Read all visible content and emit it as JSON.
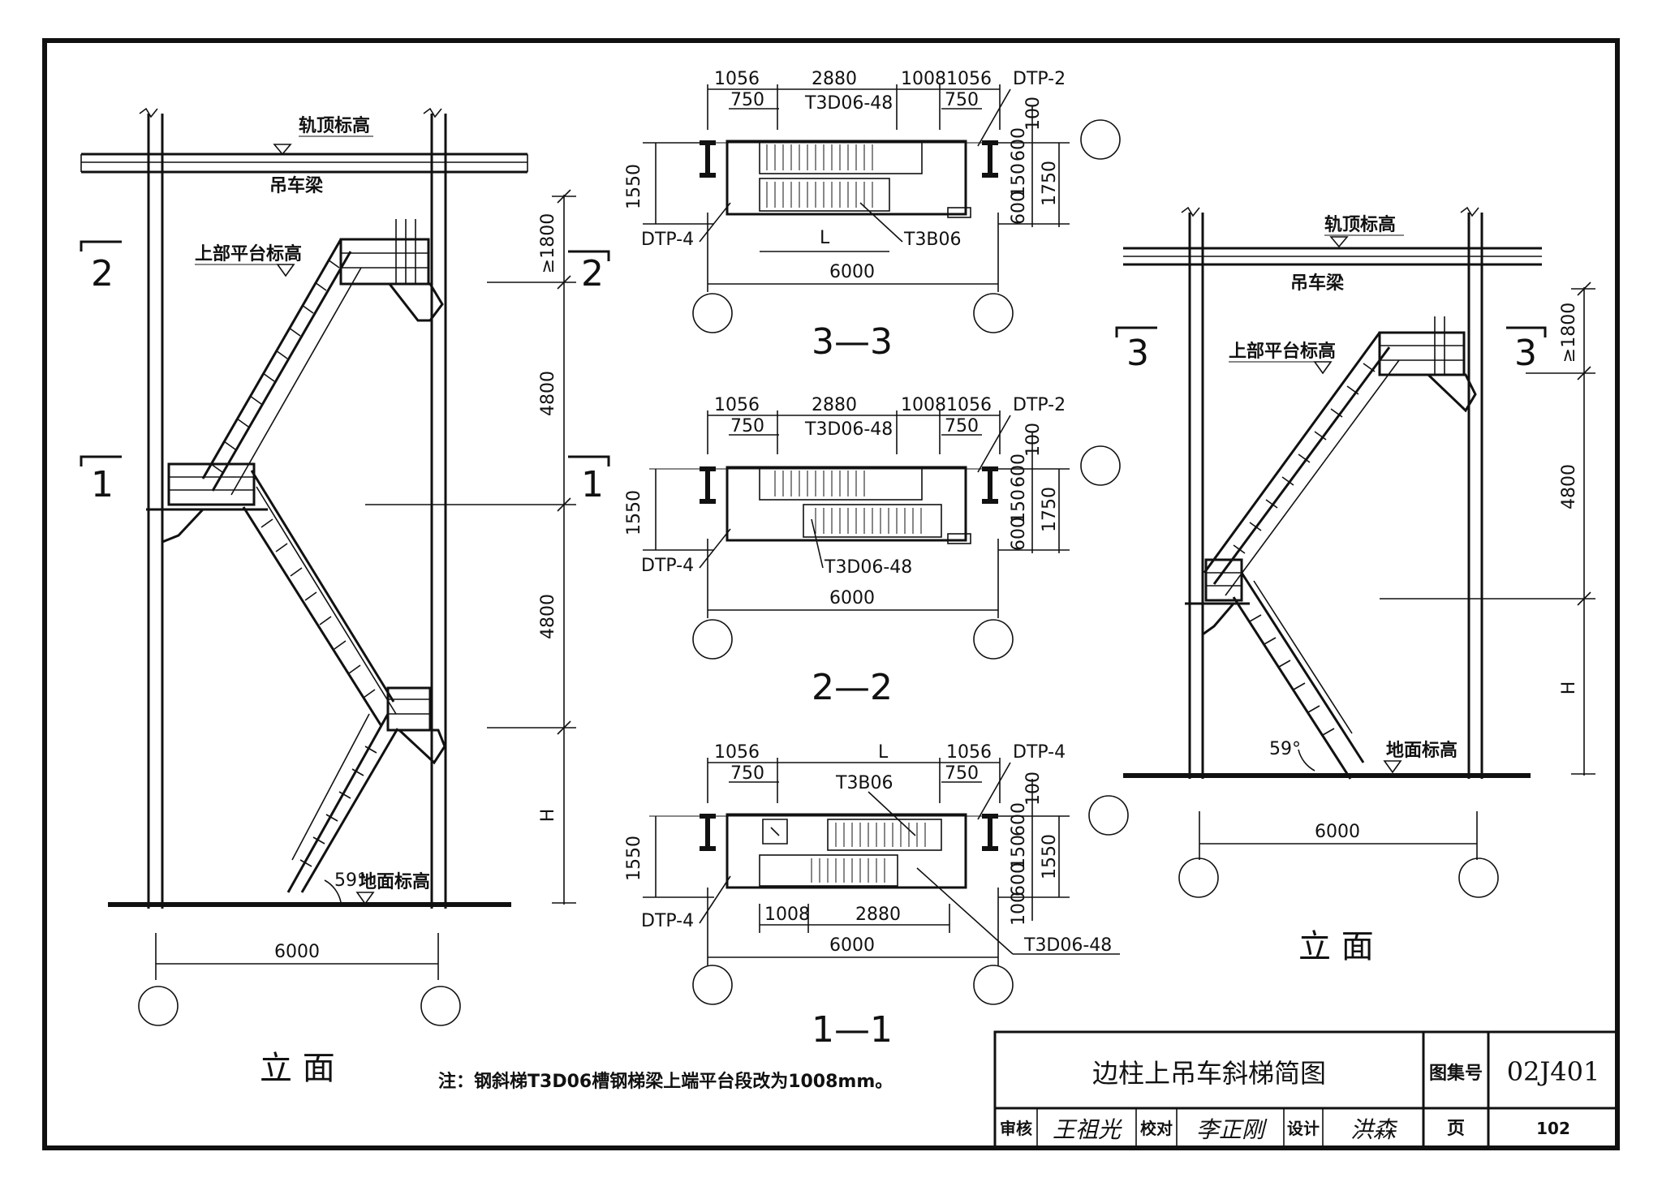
{
  "left_elevation": {
    "rail_top_label": "轨顶标高",
    "crane_beam_label": "吊车梁",
    "upper_platform_label": "上部平台标高",
    "ground_label": "地面标高",
    "angle": "59°",
    "dims_vertical": [
      "≥1800",
      "4800",
      "4800",
      "H"
    ],
    "width_dim": "6000",
    "section_marks": [
      "2",
      "2",
      "1",
      "1"
    ],
    "title": "立 面"
  },
  "plan_3_3": {
    "top_dims": [
      "1056",
      "2880",
      "1008",
      "1056"
    ],
    "sub_dims": [
      "750",
      "750"
    ],
    "label_right_top": "DTP-2",
    "label_stair_upper": "T3D06-48",
    "label_stair_lower": "T3B06",
    "label_left": "DTP-4",
    "L": "L",
    "width": "6000",
    "left_dim": "1550",
    "right_dims": [
      "100",
      "600",
      "150",
      "600",
      "1750"
    ],
    "title": "3—3"
  },
  "plan_2_2": {
    "top_dims": [
      "1056",
      "2880",
      "1008",
      "1056"
    ],
    "sub_dims": [
      "750",
      "750"
    ],
    "label_right_top": "DTP-2",
    "label_stair_upper": "T3D06-48",
    "label_stair_lower": "T3D06-48",
    "label_left": "DTP-4",
    "width": "6000",
    "left_dim": "1550",
    "right_dims": [
      "100",
      "600",
      "150",
      "600",
      "1750"
    ],
    "title": "2—2"
  },
  "plan_1_1": {
    "top_dims": [
      "1056",
      "L",
      "1056"
    ],
    "sub_dims": [
      "750",
      "750"
    ],
    "label_right_top": "DTP-4",
    "label_stair_upper": "T3B06",
    "label_stair_lower": "T3D06-48",
    "label_left": "DTP-4",
    "bottom_dims": [
      "1008",
      "2880"
    ],
    "width": "6000",
    "left_dim": "1550",
    "right_dims": [
      "100",
      "600",
      "150",
      "600",
      "100",
      "1550"
    ],
    "title": "1—1"
  },
  "right_elevation": {
    "rail_top_label": "轨顶标高",
    "crane_beam_label": "吊车梁",
    "upper_platform_label": "上部平台标高",
    "ground_label": "地面标高",
    "angle": "59°",
    "dims_vertical": [
      "≥1800",
      "4800",
      "H"
    ],
    "width_dim": "6000",
    "section_marks": [
      "3",
      "3"
    ],
    "title": "立 面"
  },
  "note": "注：钢斜梯T3D06槽钢梯梁上端平台段改为1008mm。",
  "title_block": {
    "drawing_title": "边柱上吊车斜梯简图",
    "atlas_label": "图集号",
    "atlas_no": "02J401",
    "review_label": "审核",
    "review_sig": "王祖光",
    "check_label": "校对",
    "check_sig": "李正刚",
    "design_label": "设计",
    "design_sig": "洪森",
    "page_label": "页",
    "page_no": "102"
  }
}
